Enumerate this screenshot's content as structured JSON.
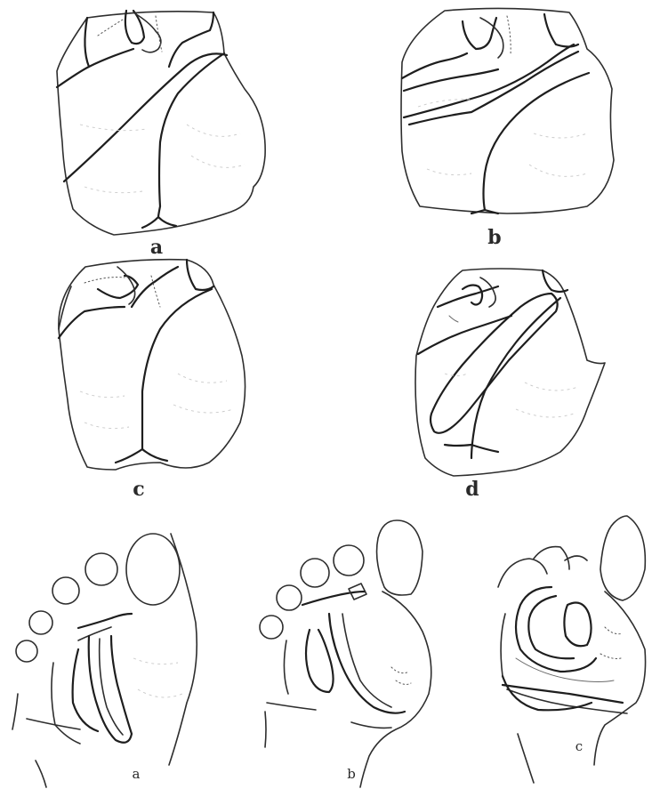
{
  "upper_figures": {
    "a": {
      "label": "a"
    },
    "b": {
      "label": "b"
    },
    "c": {
      "label": "c"
    },
    "d": {
      "label": "d"
    }
  },
  "lower_figures": {
    "a": {
      "label": "a"
    },
    "b": {
      "label": "b"
    },
    "c": {
      "label": "c"
    }
  }
}
